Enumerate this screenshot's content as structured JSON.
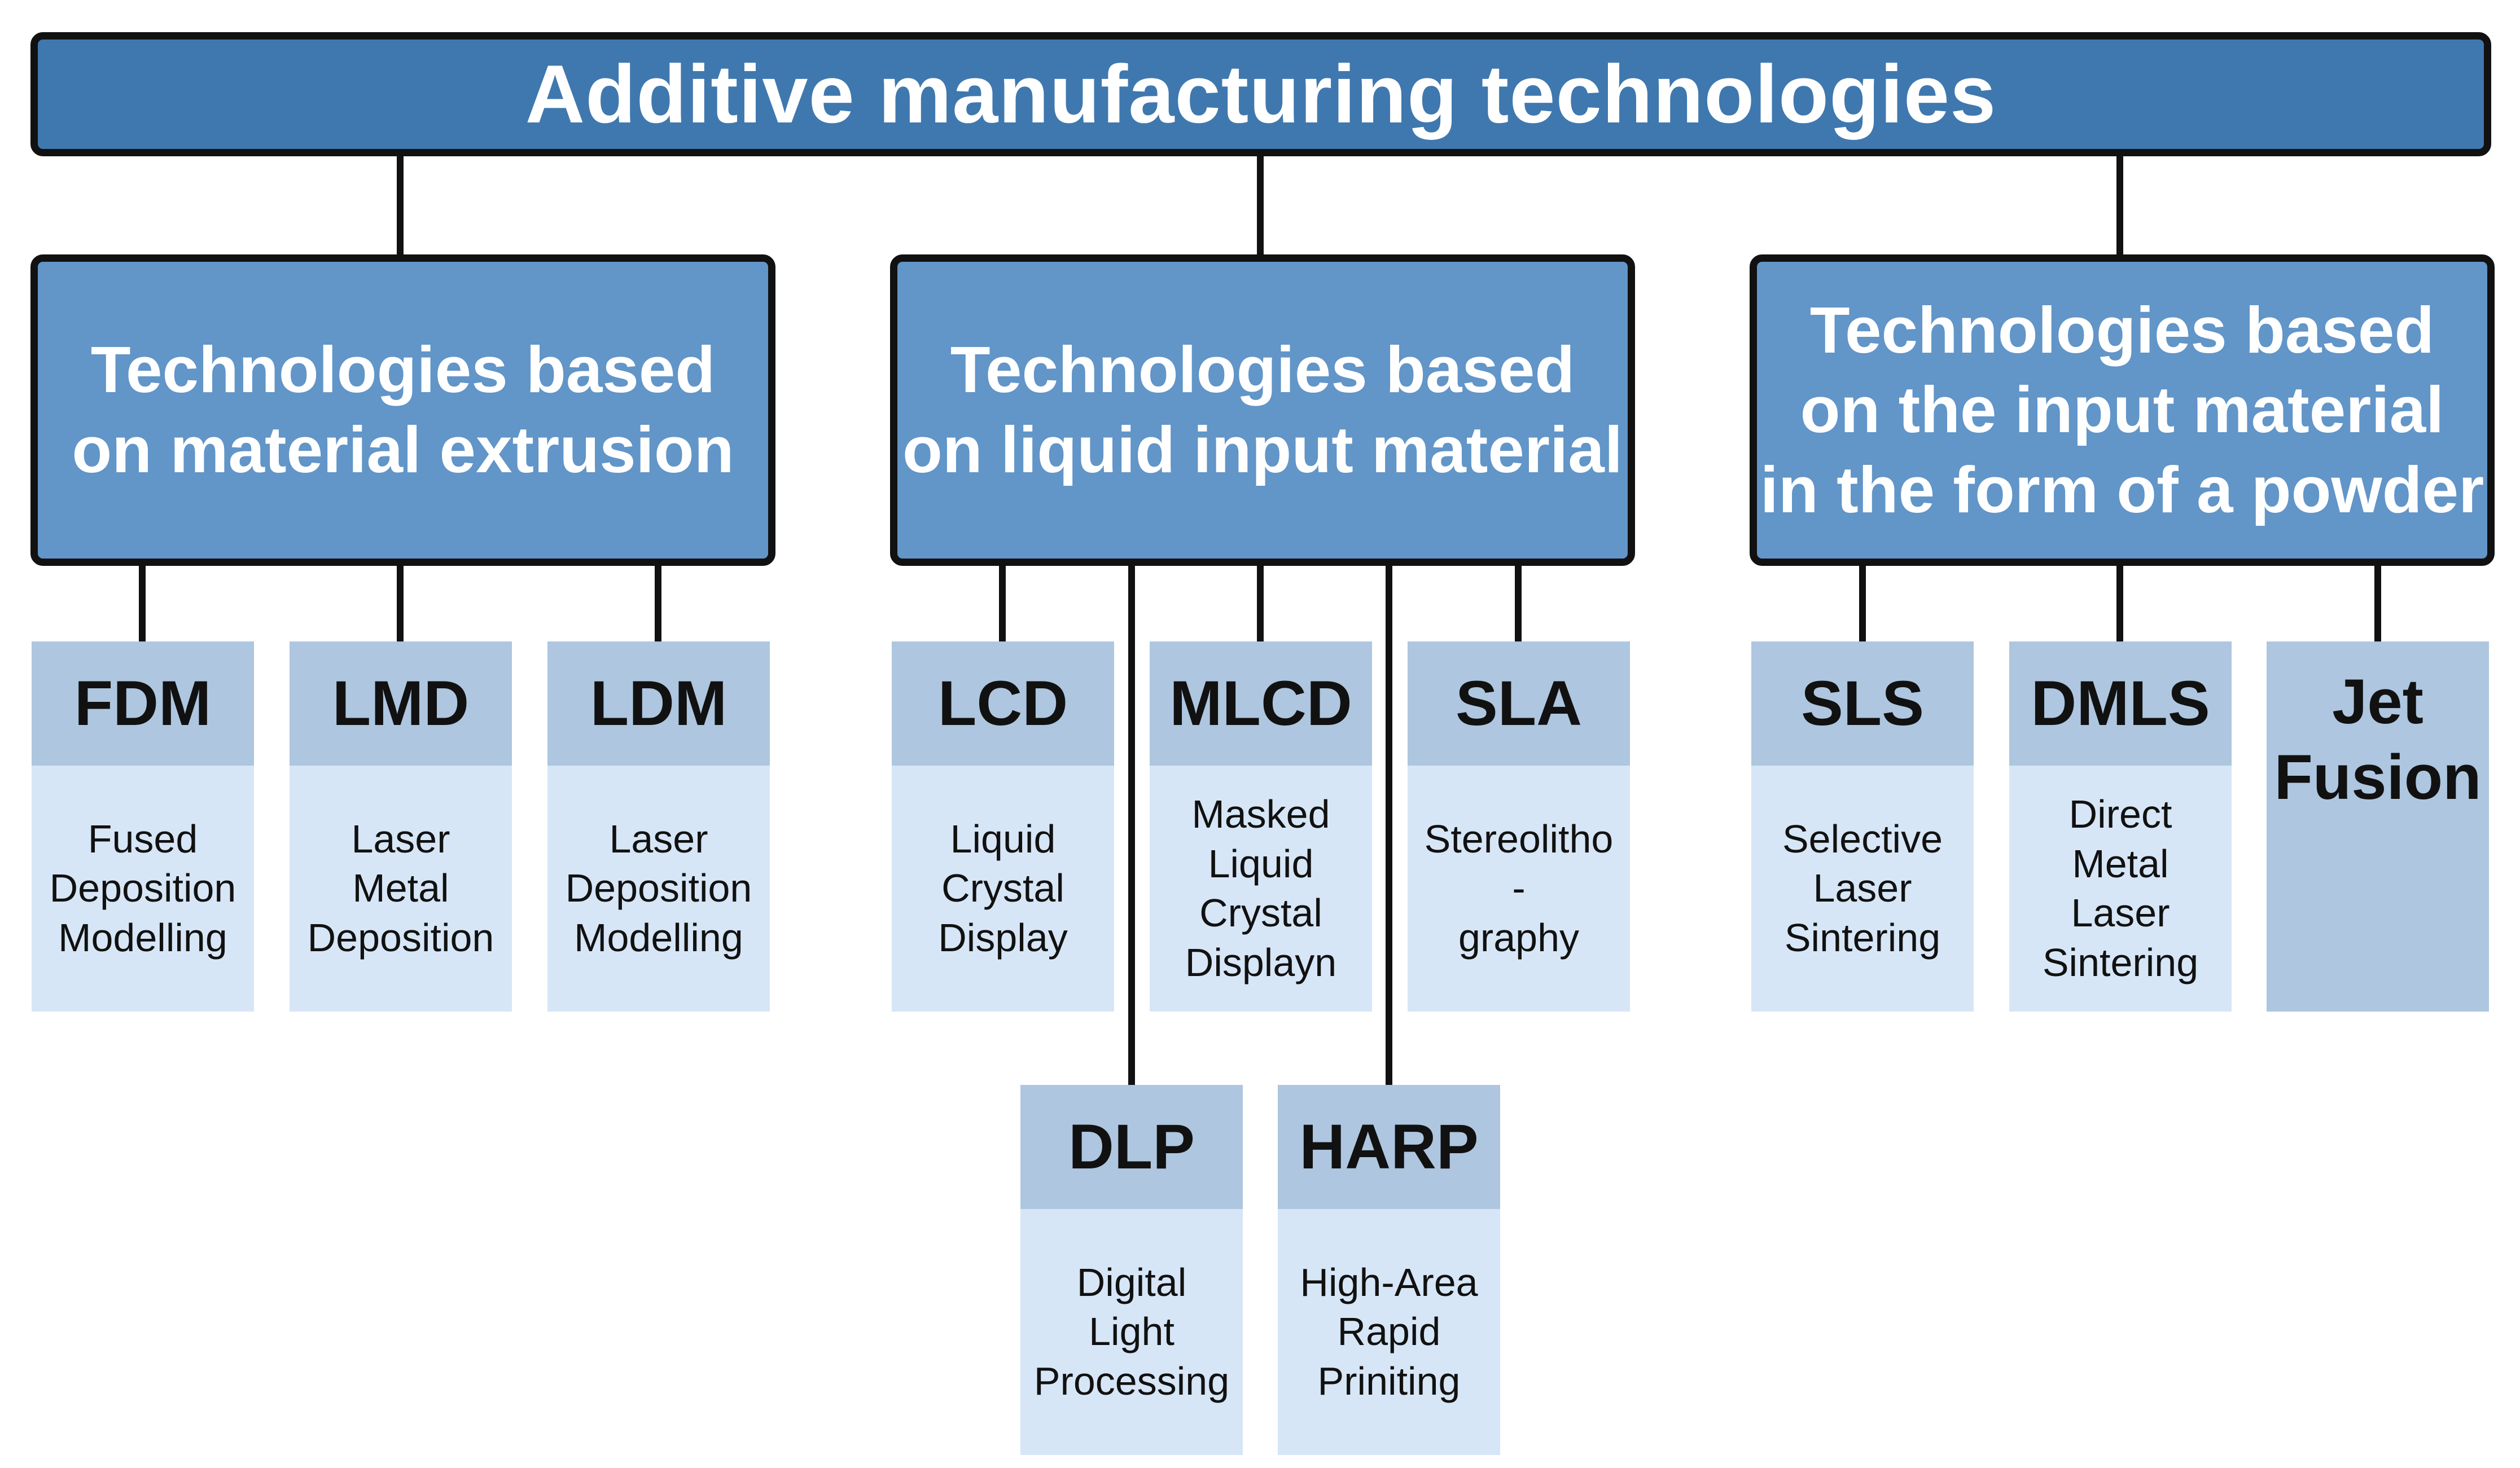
{
  "title": "Additive manufacturing technologies",
  "categories": [
    {
      "label_lines": [
        "Technologies based",
        "on material extrusion"
      ],
      "techs": [
        {
          "abbr": "FDM",
          "name": "Fused\nDeposition\nModelling"
        },
        {
          "abbr": "LMD",
          "name": "Laser\nMetal\nDeposition"
        },
        {
          "abbr": "LDM",
          "name": "Laser\nDeposition\nModelling"
        }
      ]
    },
    {
      "label_lines": [
        "Technologies based",
        "on liquid input material"
      ],
      "techs": [
        {
          "abbr": "LCD",
          "name": "Liquid\nCrystal\nDisplay"
        },
        {
          "abbr": "MLCD",
          "name": "Masked\nLiquid\nCrystal\nDisplayn"
        },
        {
          "abbr": "SLA",
          "name": "Stereolitho -\ngraphy"
        },
        {
          "abbr": "DLP",
          "name": "Digital\nLight\nProcessing"
        },
        {
          "abbr": "HARP",
          "name": "High-Area\nRapid\nPriniting"
        }
      ]
    },
    {
      "label_lines": [
        "Technologies based",
        "on the input material",
        "in the form of a powder"
      ],
      "techs": [
        {
          "abbr": "SLS",
          "name": "Selective\nLaser\nSintering"
        },
        {
          "abbr": "DMLS",
          "name": "Direct\nMetal\nLaser\nSintering"
        },
        {
          "abbr": "Jet\nFusion",
          "name": ""
        }
      ]
    }
  ]
}
